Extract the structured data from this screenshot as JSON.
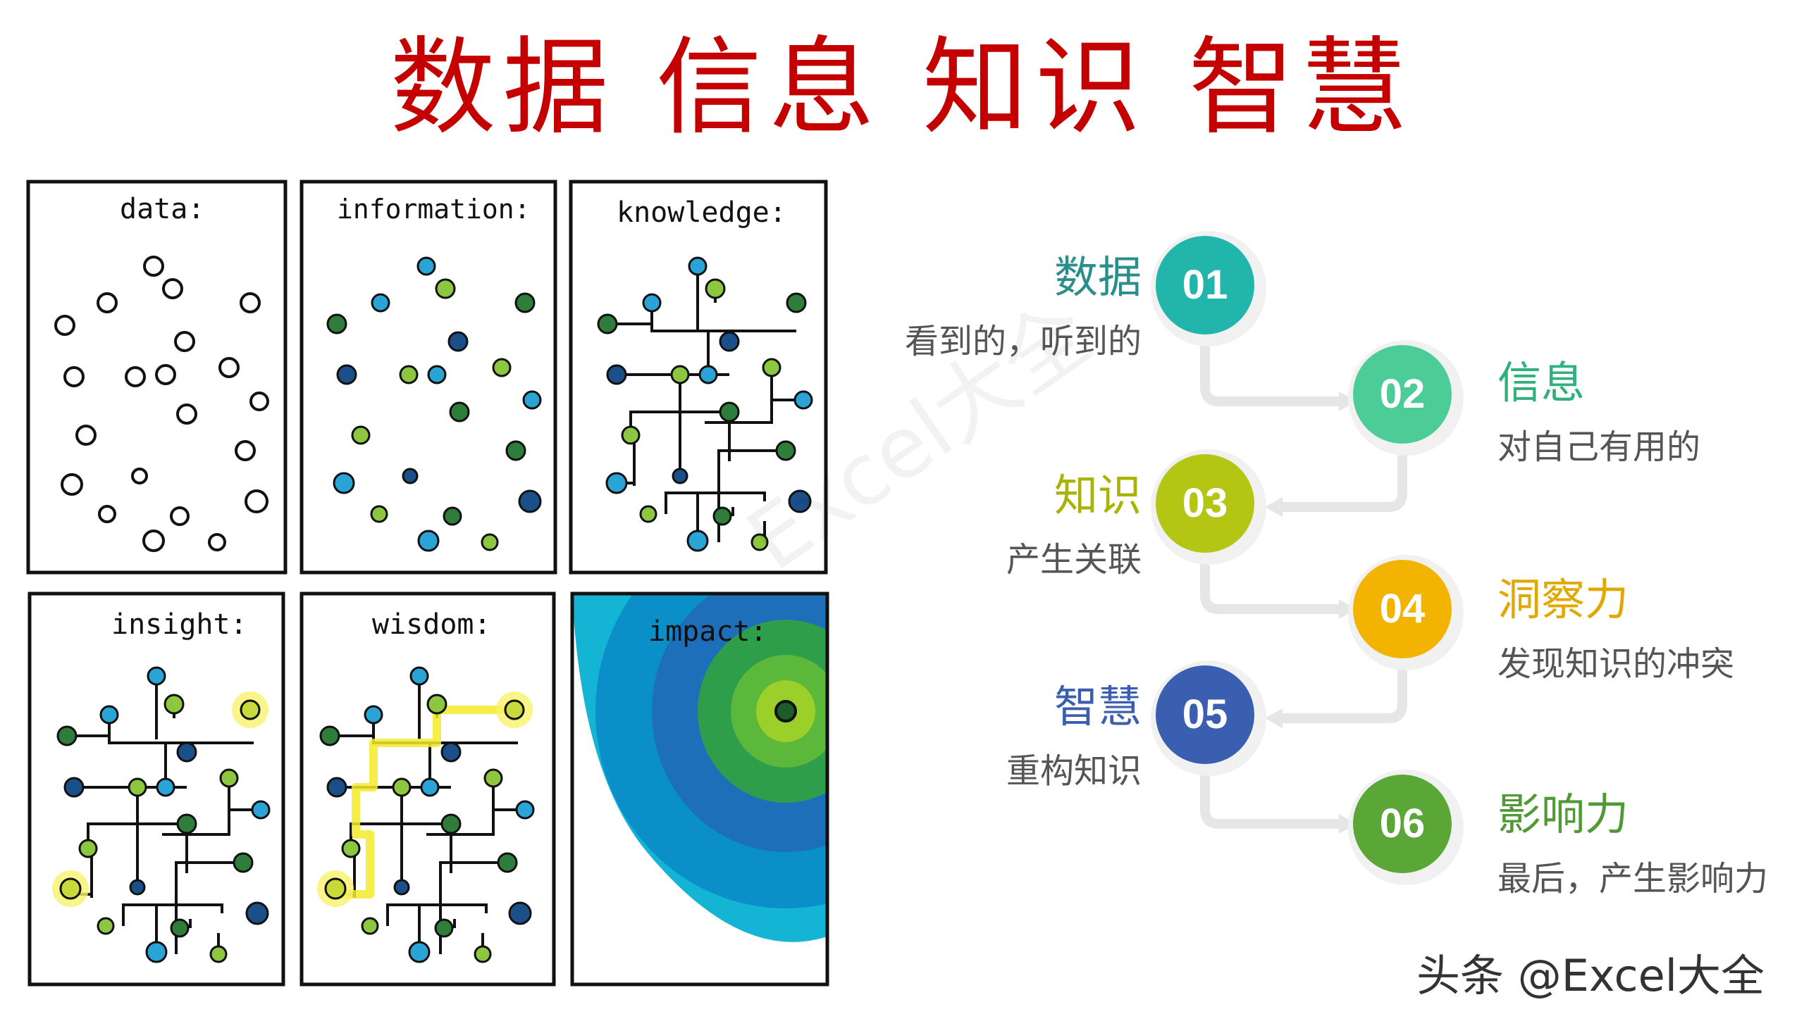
{
  "title": "数据 信息 知识 智慧",
  "panels": {
    "labels": [
      "data:",
      "information:",
      "knowledge:",
      "insight:",
      "wisdom:",
      "impact:"
    ]
  },
  "steps": [
    {
      "num": "01",
      "title": "数据",
      "desc": "看到的，听到的",
      "color": "#22b5ac"
    },
    {
      "num": "02",
      "title": "信息",
      "desc": "对自己有用的",
      "color": "#4ccc96"
    },
    {
      "num": "03",
      "title": "知识",
      "desc": "产生关联",
      "color": "#b5c514"
    },
    {
      "num": "04",
      "title": "洞察力",
      "desc": "发现知识的冲突",
      "color": "#f2b400"
    },
    {
      "num": "05",
      "title": "智慧",
      "desc": "重构知识",
      "color": "#3a5fb0"
    },
    {
      "num": "06",
      "title": "影响力",
      "desc": "最后，产生影响力",
      "color": "#5aa637"
    }
  ],
  "title_colors": {
    "s1": "#2a8f8a",
    "s2": "#2fb07c",
    "s3": "#a8b400",
    "s4": "#e0a800",
    "s5": "#3a5fb0",
    "s6": "#4f9a34"
  },
  "watermark": "头条 @Excel大全",
  "faint_watermark": "Excel大全"
}
